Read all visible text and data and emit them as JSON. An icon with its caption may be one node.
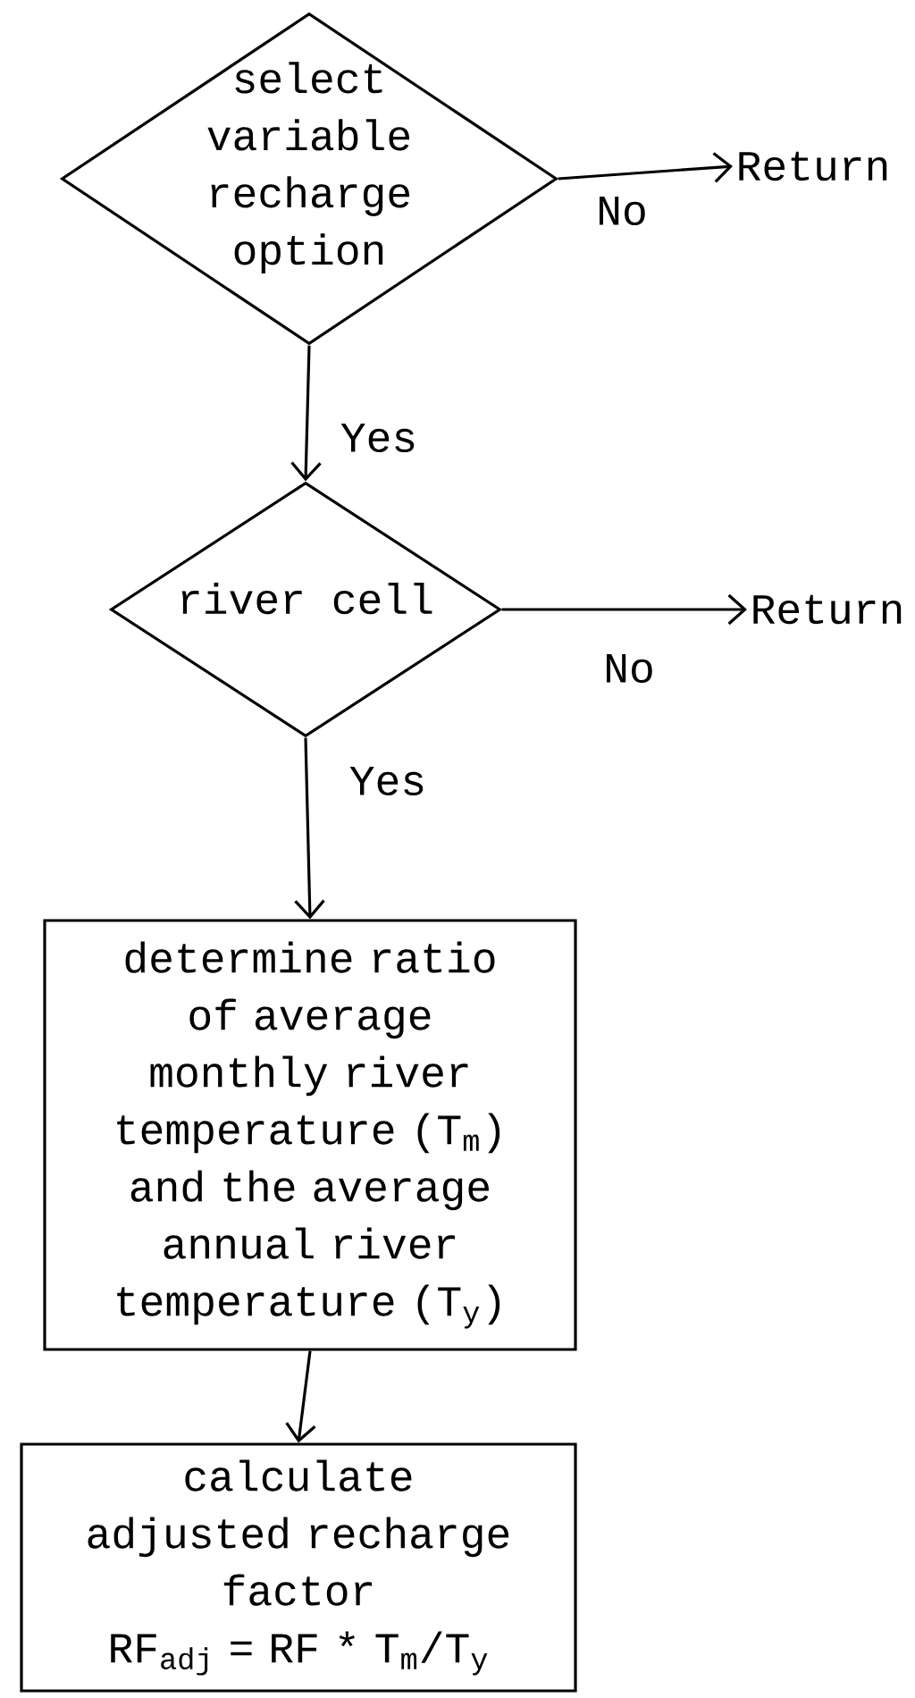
{
  "diagram": {
    "nodes": [
      {
        "text": [
          "select variable recharge option"
        ]
      },
      {
        "text": [
          "Return"
        ]
      },
      {
        "text": [
          "river cell"
        ]
      },
      {
        "text": [
          "Return"
        ]
      },
      {
        "text": [
          "determine ratio of average monthly river temperature (T$_{m}$) and the average annual river temperature (T$_{y}$)"
        ]
      },
      {
        "text": [
          "calculate adjusted recharge factor",
          "RF$_{adj}$ = RF * T$_{m}$/T$_{y}$"
        ]
      }
    ],
    "edges": [
      {
        "from": 0,
        "to": 1,
        "arrow": "to",
        "label": "No"
      },
      {
        "from": 0,
        "to": 2,
        "arrow": "to",
        "label": "Yes"
      },
      {
        "from": 2,
        "to": 3,
        "arrow": "to",
        "label": "No"
      },
      {
        "from": 2,
        "to": 4,
        "arrow": "to",
        "label": "Yes"
      },
      {
        "from": 4,
        "to": 5,
        "arrow": "to"
      }
    ]
  }
}
